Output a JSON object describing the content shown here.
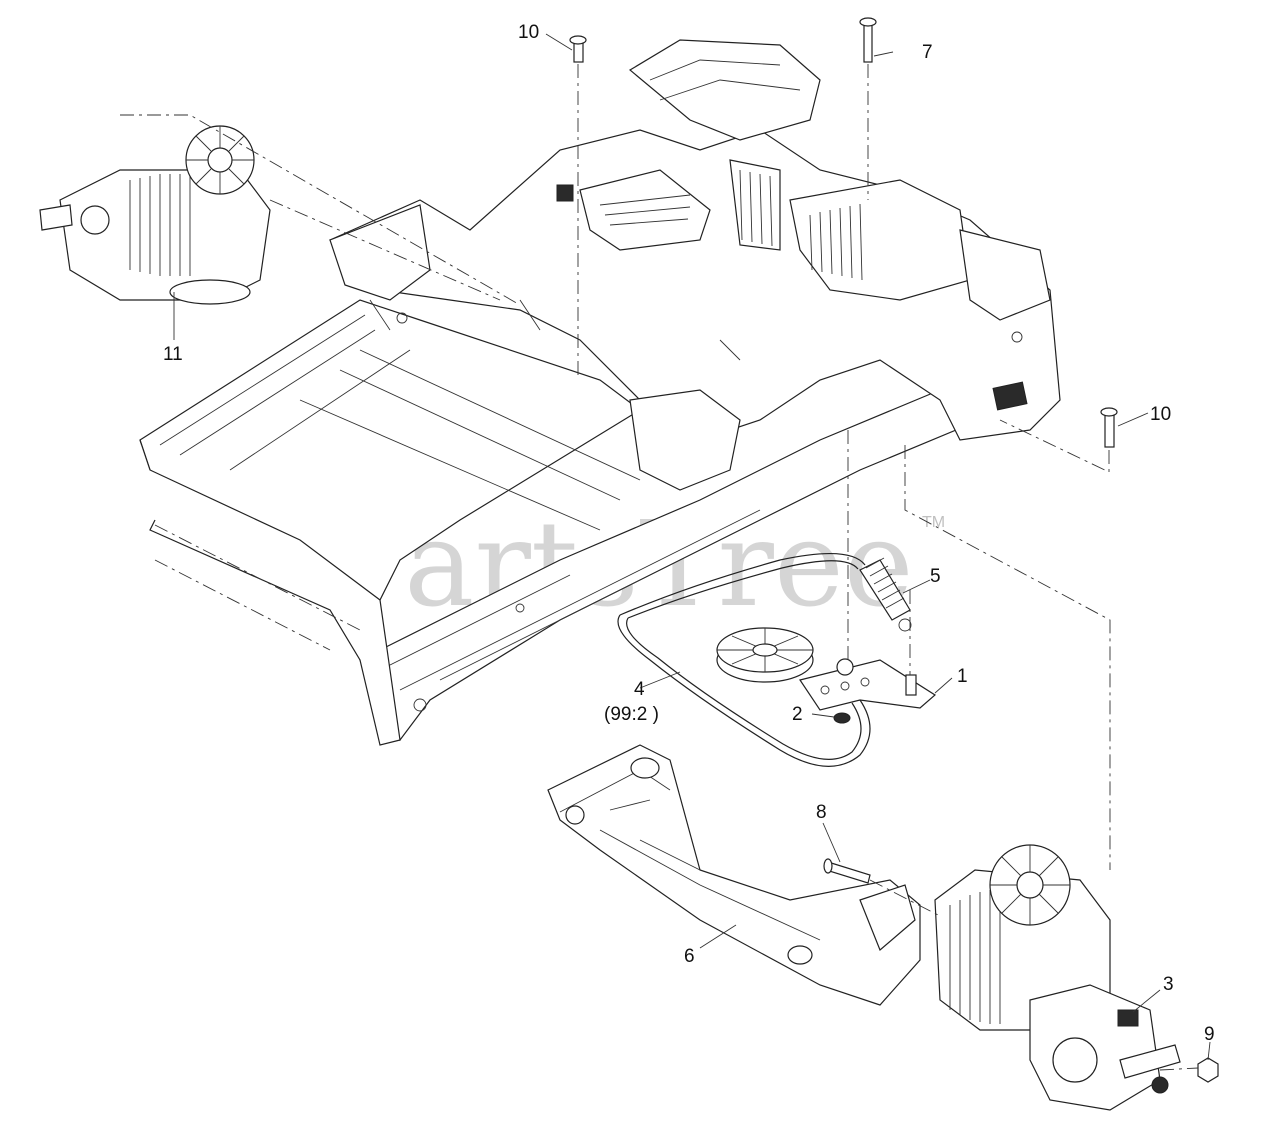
{
  "watermark": {
    "text": "PartsTree",
    "trademark": "TM"
  },
  "callouts": {
    "c1": "1",
    "c2": "2",
    "c3": "3",
    "c4": "4",
    "c4_qty": "(99:2 )",
    "c5": "5",
    "c6": "6",
    "c7": "7",
    "c8": "8",
    "c9": "9",
    "c10_top": "10",
    "c10_right": "10",
    "c11": "11"
  }
}
